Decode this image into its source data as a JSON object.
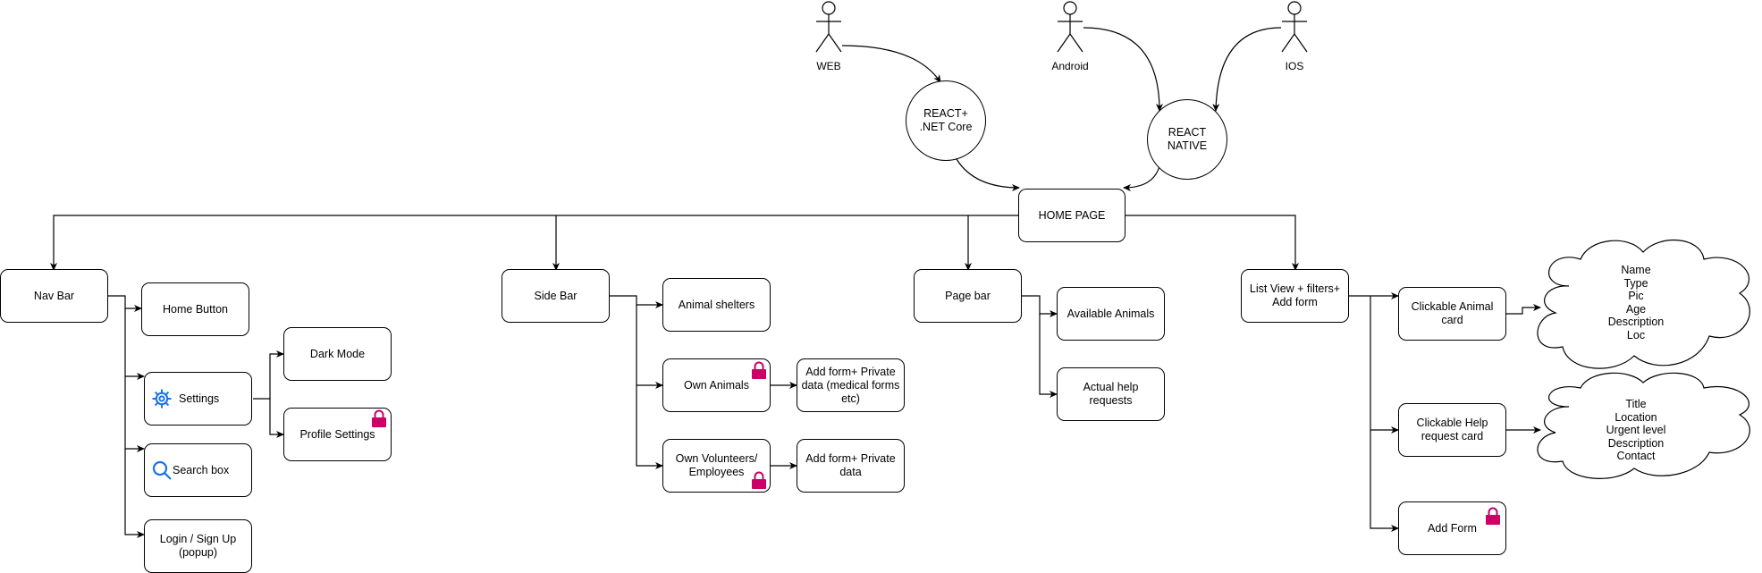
{
  "actors": {
    "web": "WEB",
    "android": "Android",
    "ios": "IOS"
  },
  "platforms": {
    "react_net": "REACT+\n.NET Core",
    "react_native": "REACT\nNATIVE"
  },
  "home": "HOME PAGE",
  "nav_bar": {
    "title": "Nav Bar",
    "home_button": "Home Button",
    "settings": "Settings",
    "dark_mode": "Dark Mode",
    "profile_settings": "Profile Settings",
    "search_box": "Search box",
    "login": "Login / Sign Up\n(popup)"
  },
  "side_bar": {
    "title": "Side Bar",
    "animal_shelters": "Animal shelters",
    "own_animals": "Own Animals",
    "own_animals_form": "Add form+ Private\ndata (medical forms\netc)",
    "own_volunteers": "Own Volunteers/\nEmployees",
    "own_volunteers_form": "Add form+ Private\ndata"
  },
  "page_bar": {
    "title": "Page bar",
    "available_animals": "Available Animals",
    "help_requests": "Actual help requests"
  },
  "list_view": {
    "title": "List View + filters+\nAdd form",
    "animal_card": "Clickable Animal\ncard",
    "animal_card_fields": "Name\nType\nPic\nAge\nDescription\nLoc",
    "help_card": "Clickable Help\nrequest card",
    "help_card_fields": "Title\nLocation\nUrgent level\nDescription\nContact",
    "add_form": "Add Form"
  },
  "colors": {
    "lock": "#cc0066",
    "icon_blue": "#1a73e8",
    "stroke": "#000000"
  }
}
